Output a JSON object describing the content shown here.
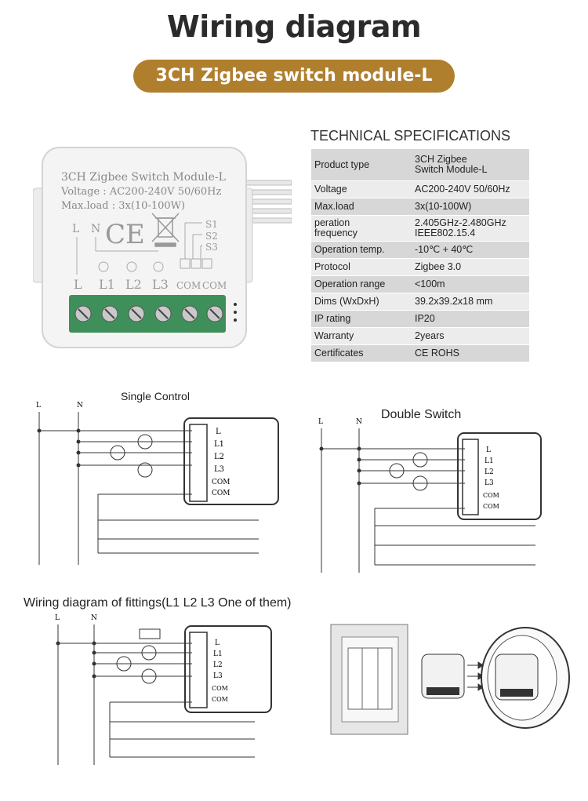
{
  "header": {
    "title": "Wiring diagram",
    "subtitle": "3CH Zigbee switch module-L"
  },
  "module": {
    "label_line1": "3CH Zigbee Switch Module-L",
    "label_line2": "Voltage : AC200-240V 50/60Hz",
    "label_line3": "Max.load : 3x(10-100W)",
    "ce": "CE",
    "s1": "S1",
    "s2": "S2",
    "s3": "S3",
    "term_l_top": "L",
    "term_n_top": "N",
    "term_l": "L",
    "term_l1": "L1",
    "term_l2": "L2",
    "term_l3": "L3",
    "com1": "COM",
    "com2": "COM"
  },
  "specs": {
    "title": "TECHNICAL SPECIFICATIONS",
    "rows": [
      {
        "key": "Product type",
        "value": "3CH Zigbee\nSwitch Module-L"
      },
      {
        "key": "Voltage",
        "value": "AC200-240V 50/60Hz"
      },
      {
        "key": "Max.load",
        "value": "3x(10-100W)"
      },
      {
        "key": "peration\nfrequency",
        "value": "2.405GHz-2.480GHz\nIEEE802.15.4"
      },
      {
        "key": "Operation temp.",
        "value": "-10℃ + 40℃"
      },
      {
        "key": "Protocol",
        "value": "Zigbee  3.0"
      },
      {
        "key": "Operation range",
        "value": "<100m"
      },
      {
        "key": "Dims (WxDxH)",
        "value": "39.2x39.2x18 mm"
      },
      {
        "key": "IP rating",
        "value": "IP20"
      },
      {
        "key": "Warranty",
        "value": "2years"
      },
      {
        "key": "Certificates",
        "value": "CE ROHS"
      }
    ]
  },
  "diagrams": {
    "single_label": "Single Control",
    "double_label": "Double Switch",
    "fittings_label": "Wiring diagram of fittings(L1 L2 L3 One of them)",
    "line_l": "L",
    "line_n": "N",
    "term_l": "L",
    "term_l1": "L1",
    "term_l2": "L2",
    "term_l3": "L3",
    "term_com": "COM"
  }
}
